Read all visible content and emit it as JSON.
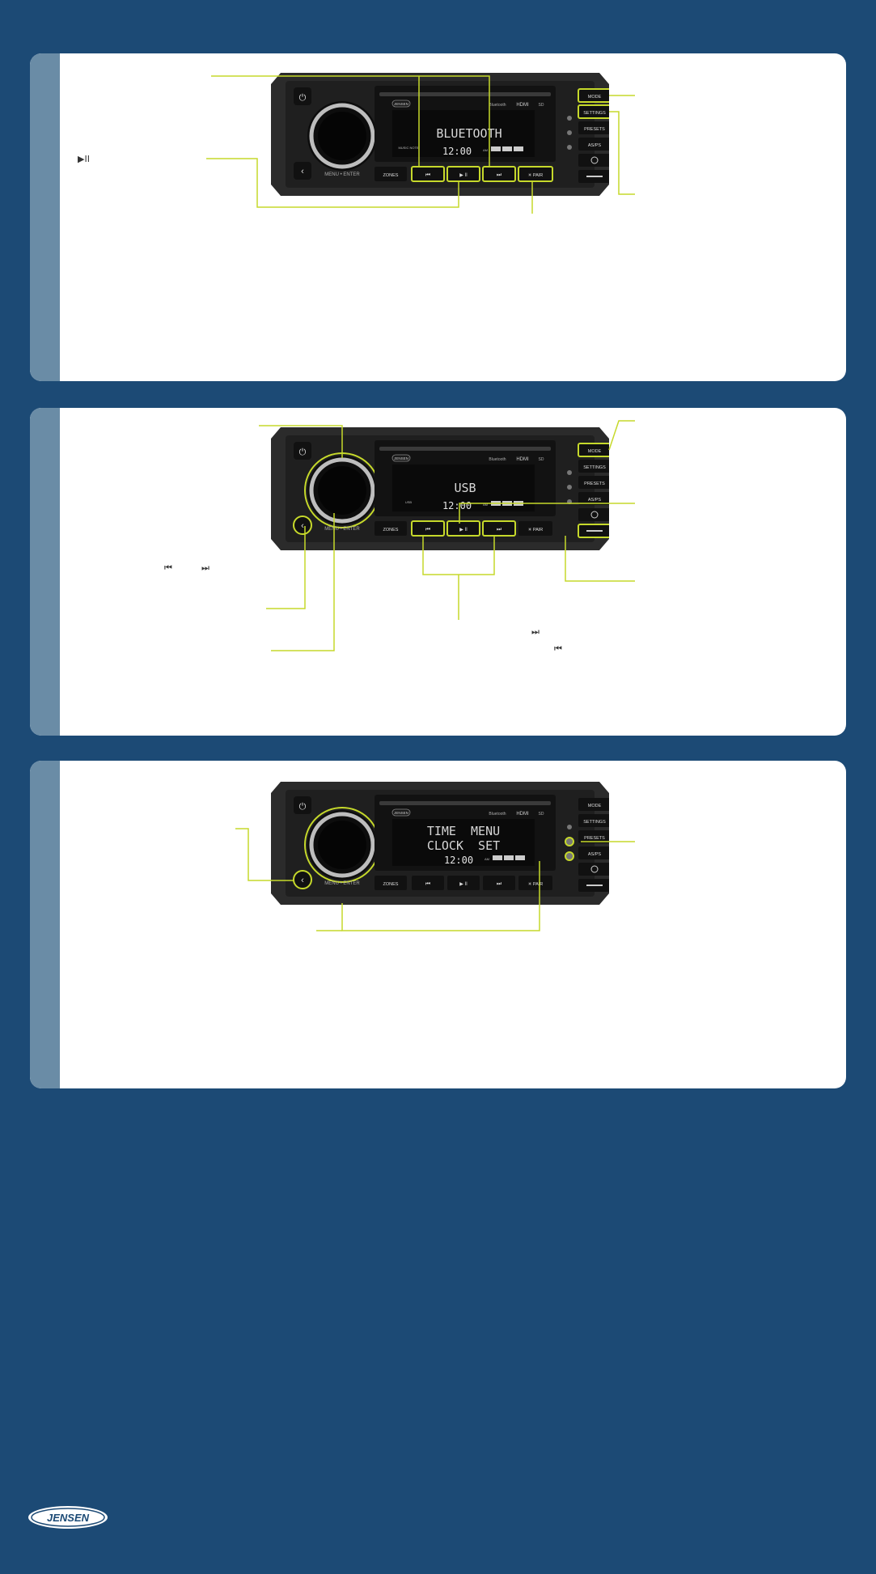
{
  "colors": {
    "page_bg": "#1c4a75",
    "card_bg": "#ffffff",
    "strip": "#6a8ca6",
    "unit_body": "#2b2b2b",
    "unit_face": "#1a1a1a",
    "highlight": "#c6d92b",
    "leader": "#c6d92b",
    "lcd_text": "#d7d7d7"
  },
  "radio": {
    "brand_badge": "JENSEN",
    "bluetooth_mark": "Bluetooth",
    "hdmi_mark": "HDMI",
    "sd_mark": "SD",
    "buttons": {
      "mode": "MODE",
      "settings": "SETTINGS",
      "presets": "PRESETS",
      "as_ps": "AS/PS",
      "zones": "ZONES",
      "pair": "✳ PAIR",
      "prev": "⏮",
      "play": "▶ II",
      "next": "⏭"
    },
    "knob_label": "MENU • ENTER",
    "clock": "12:00",
    "am": "AM"
  },
  "panels": [
    {
      "id": "bluetooth",
      "display_line1": "BLUETOOTH",
      "display_line2": "",
      "left_small": "MUSIC NOTE"
    },
    {
      "id": "usb",
      "display_line1": "USB",
      "display_line2": "",
      "left_small": "USB"
    },
    {
      "id": "clock",
      "display_line1": "TIME  MENU",
      "display_line2": "CLOCK  SET",
      "left_small": ""
    }
  ],
  "annotations": {
    "play_pause_glyph": "▶II",
    "prev_glyph": "⏮",
    "next_glyph": "⏭"
  },
  "logo": "JENSEN"
}
